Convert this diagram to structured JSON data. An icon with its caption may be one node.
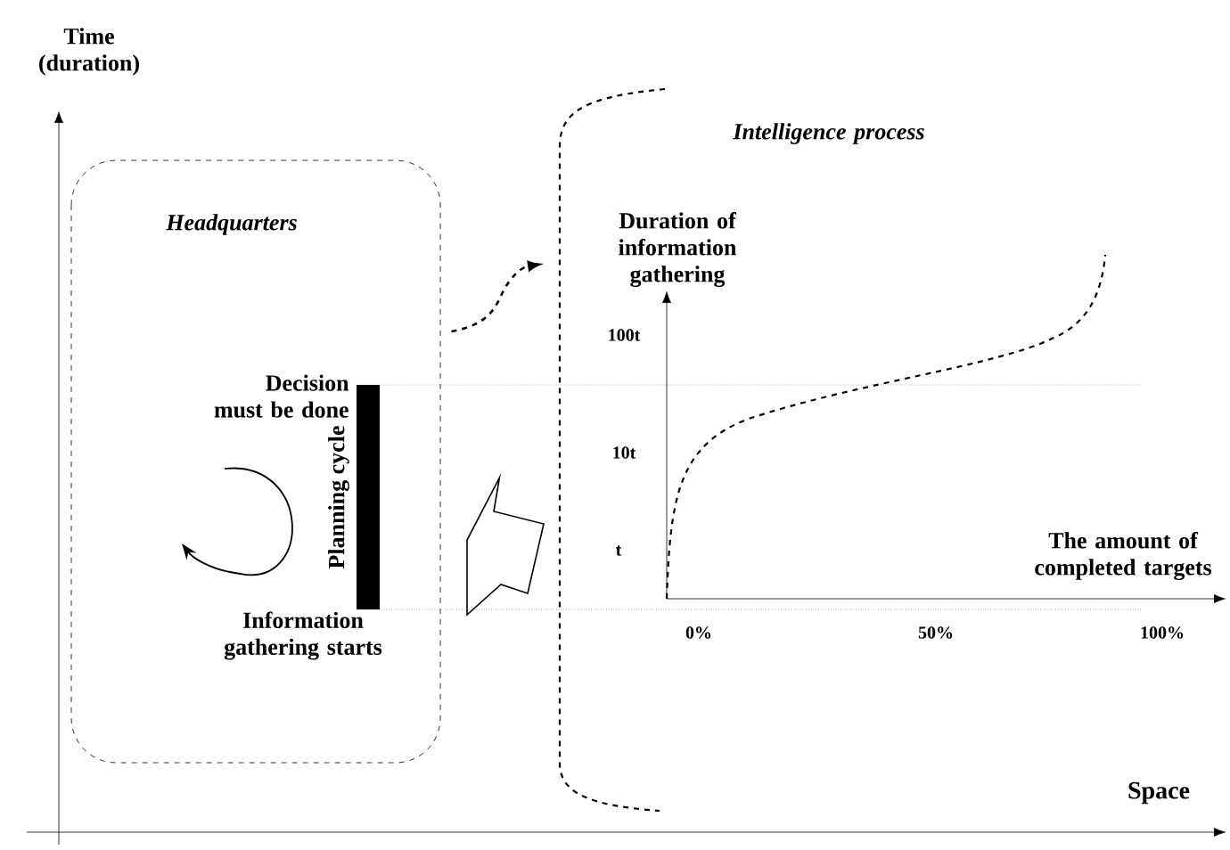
{
  "diagram": {
    "nodes": [
      {
        "text": [
          "Headquarters"
        ]
      },
      {
        "text": [],
        "shape": "bar",
        "in": 0,
        "beside": [
          "Decision must be done",
          "Planning cycle",
          "Information gathering starts"
        ]
      },
      {
        "text": [
          "Intelligence process"
        ]
      }
    ],
    "edges": [
      {
        "from": 0,
        "to": 2,
        "arrow": "to",
        "style": "dashed"
      },
      {
        "from": 2,
        "to": 0,
        "arrow": "to"
      }
    ],
    "labels": [
      "Time (duration)",
      "Duration of information gathering",
      "100t",
      "10t",
      "t",
      "The amount of completed targets",
      "0%",
      "50%",
      "100%",
      "Space"
    ]
  }
}
